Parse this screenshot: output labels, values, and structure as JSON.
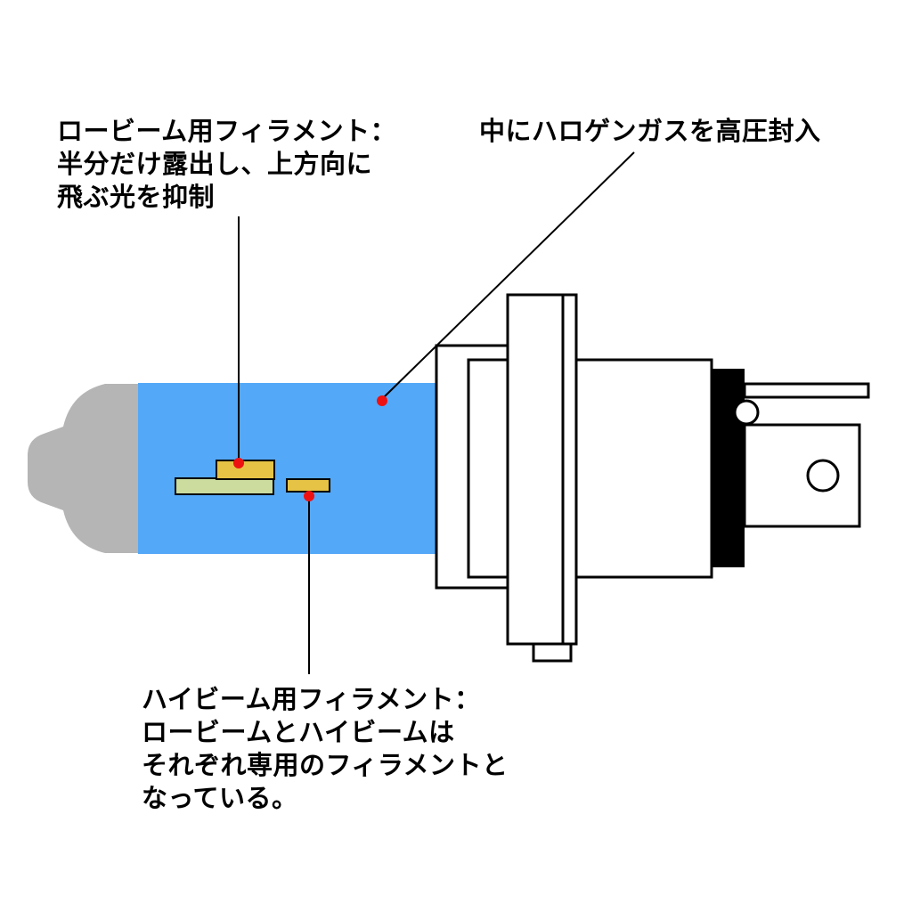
{
  "labels": {
    "low_beam": {
      "lines": [
        "ロービーム用フィラメント：",
        "半分だけ露出し、上方向に",
        "飛ぶ光を抑制"
      ]
    },
    "halogen": {
      "lines": [
        "中にハロゲンガスを高圧封入"
      ]
    },
    "high_beam": {
      "lines": [
        "ハイビーム用フィラメント：",
        "ロービームとハイビームは",
        "それぞれ専用のフィラメントと",
        "なっている。"
      ]
    }
  },
  "colors": {
    "glass_blue": "#54a8f8",
    "tip_gray": "#b5b5b5",
    "filament_yellow": "#e6c345",
    "filament_shield_green": "#cbdc9e",
    "marker_red": "#ee1111",
    "base_black": "#000000",
    "line_black": "#000000"
  }
}
